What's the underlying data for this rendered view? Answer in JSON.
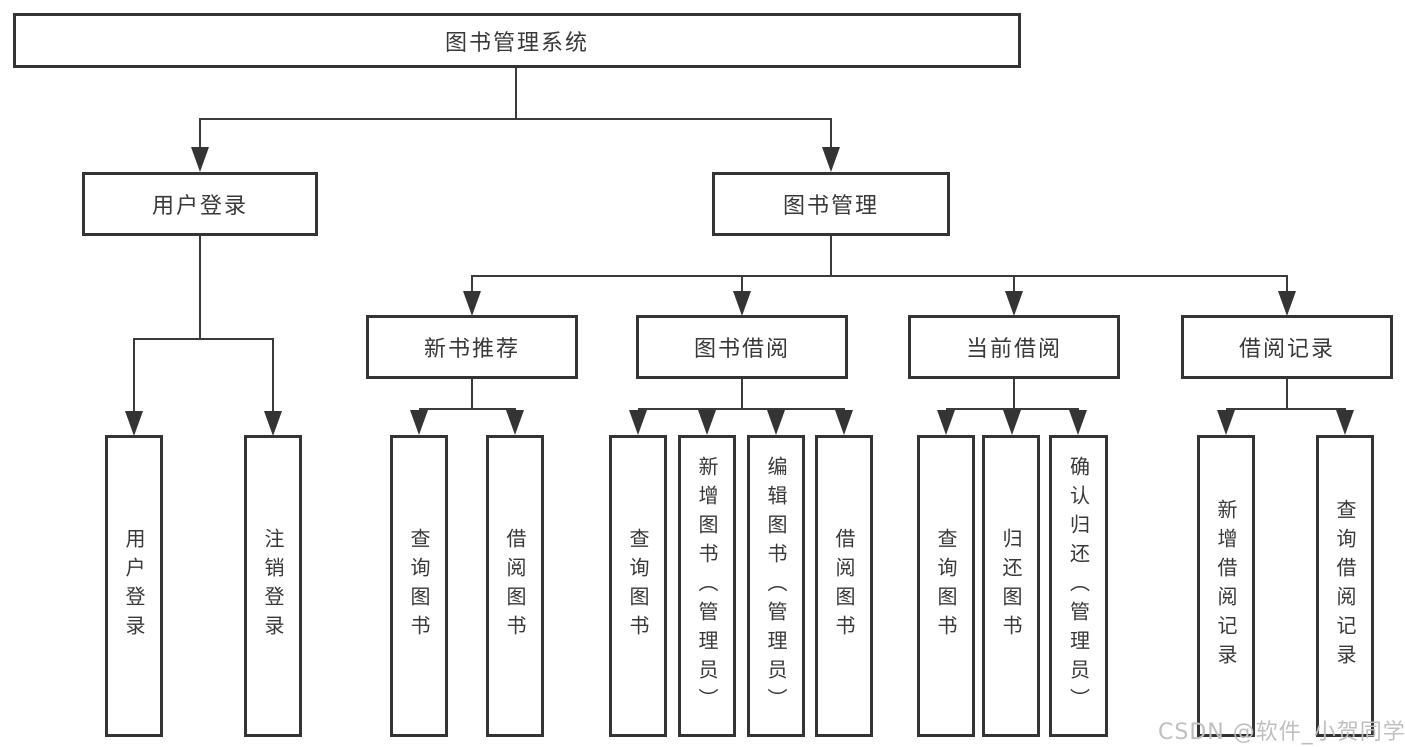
{
  "diagram_title": "图书管理系统",
  "nodes": {
    "root": "图书管理系统",
    "level2": [
      {
        "label": "用户登录"
      },
      {
        "label": "图书管理"
      }
    ],
    "level3": [
      {
        "label": "新书推荐"
      },
      {
        "label": "图书借阅"
      },
      {
        "label": "当前借阅"
      },
      {
        "label": "借阅记录"
      }
    ],
    "leaves": [
      {
        "label": "用户登录",
        "parent": "用户登录"
      },
      {
        "label": "注销登录",
        "parent": "用户登录"
      },
      {
        "label": "查询图书",
        "parent": "新书推荐"
      },
      {
        "label": "借阅图书",
        "parent": "新书推荐"
      },
      {
        "label": "查询图书",
        "parent": "图书借阅"
      },
      {
        "label": "新增图书（管理员）",
        "parent": "图书借阅"
      },
      {
        "label": "编辑图书（管理员）",
        "parent": "图书借阅"
      },
      {
        "label": "借阅图书",
        "parent": "图书借阅"
      },
      {
        "label": "查询图书",
        "parent": "当前借阅"
      },
      {
        "label": "归还图书",
        "parent": "当前借阅"
      },
      {
        "label": "确认归还（管理员）",
        "parent": "当前借阅"
      },
      {
        "label": "新增借阅记录",
        "parent": "借阅记录"
      },
      {
        "label": "查询借阅记录",
        "parent": "借阅记录"
      }
    ]
  },
  "watermark": {
    "text": "CSDN @软件_小贺同学"
  },
  "colors": {
    "line": "#3a3a3a",
    "box_border": "#343434",
    "box_background": "#ffffff",
    "text": "#383838",
    "watermark": "#bfbfbf",
    "page_background": "#ffffff"
  }
}
